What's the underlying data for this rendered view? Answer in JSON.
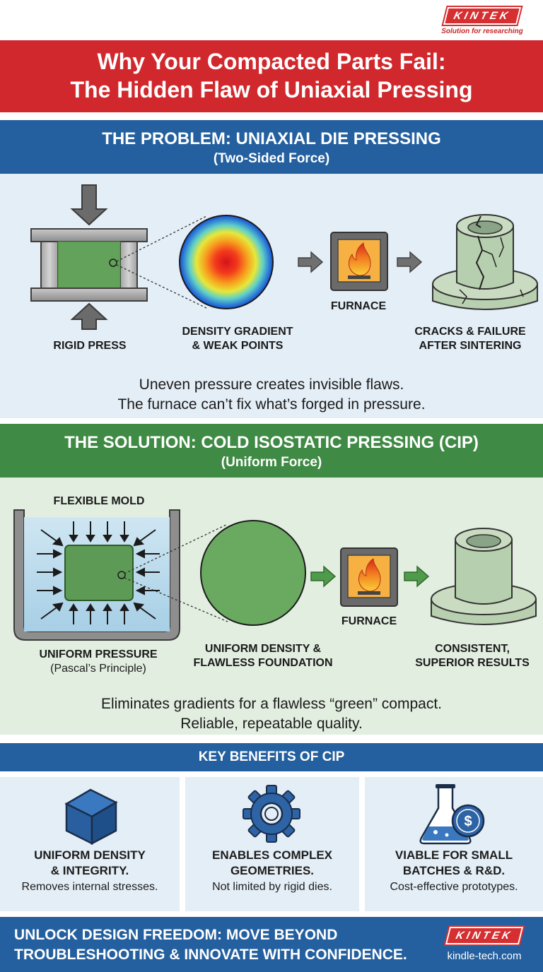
{
  "brand": {
    "logo_text": "KINTEK",
    "tagline": "Solution for researching",
    "url": "kindle-tech.com",
    "colors": {
      "red": "#d0282d",
      "blue": "#24609f",
      "green": "#3f8a44"
    }
  },
  "title": {
    "line1": "Why Your Compacted Parts Fail:",
    "line2": "The Hidden Flaw of Uniaxial Pressing"
  },
  "problem": {
    "heading": "THE PROBLEM: UNIAXIAL DIE PRESSING",
    "subheading": "(Two-Sided Force)",
    "label_press": "RIGID PRESS",
    "label_gradient_1": "DENSITY GRADIENT",
    "label_gradient_2": "& WEAK POINTS",
    "label_furnace": "FURNACE",
    "label_cracks_1": "CRACKS & FAILURE",
    "label_cracks_2": "AFTER SINTERING",
    "caption_1": "Uneven pressure creates invisible flaws.",
    "caption_2": "The furnace can’t fix what’s forged in pressure."
  },
  "solution": {
    "heading": "THE SOLUTION: COLD ISOSTATIC PRESSING (CIP)",
    "subheading": "(Uniform Force)",
    "label_mold": "FLEXIBLE MOLD",
    "label_pressure": "UNIFORM PRESSURE",
    "label_pascal": "(Pascal’s Principle)",
    "label_density_1": "UNIFORM DENSITY &",
    "label_density_2": "FLAWLESS FOUNDATION",
    "label_furnace": "FURNACE",
    "label_results_1": "CONSISTENT,",
    "label_results_2": "SUPERIOR RESULTS",
    "caption_1": "Eliminates gradients for a flawless “green” compact.",
    "caption_2": "Reliable, repeatable quality."
  },
  "benefits": {
    "heading": "KEY BENEFITS OF CIP",
    "items": [
      {
        "icon": "cube-icon",
        "title_1": "UNIFORM DENSITY",
        "title_2": "& INTEGRITY.",
        "desc": "Removes internal stresses."
      },
      {
        "icon": "gear-icon",
        "title_1": "ENABLES COMPLEX",
        "title_2": "GEOMETRIES.",
        "desc": "Not limited by rigid dies."
      },
      {
        "icon": "flask-dollar-icon",
        "title_1": "VIABLE FOR SMALL",
        "title_2": "BATCHES & R&D.",
        "desc": "Cost-effective prototypes."
      }
    ]
  },
  "footer": {
    "line1": "UNLOCK DESIGN FREEDOM: MOVE BEYOND",
    "line2": "TROUBLESHOOTING & INNOVATE WITH CONFIDENCE."
  }
}
